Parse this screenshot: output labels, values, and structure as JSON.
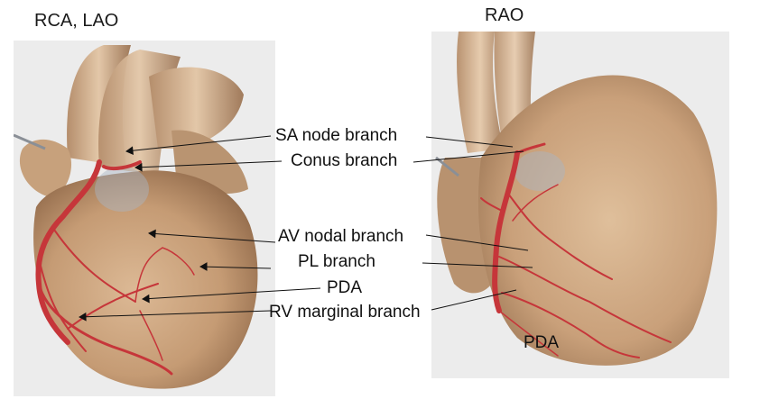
{
  "left_view": {
    "title": "RCA, LAO"
  },
  "right_view": {
    "title": "RAO",
    "pda_label": "PDA"
  },
  "labels": {
    "sa_node": "SA node branch",
    "conus": "Conus branch",
    "av_nodal": "AV nodal branch",
    "pl": "PL branch",
    "pda": "PDA",
    "rv_marginal": "RV marginal branch"
  },
  "colors": {
    "heart_tissue": "#c9a27c",
    "artery": "#c6363a",
    "background_panel": "#ececec"
  }
}
